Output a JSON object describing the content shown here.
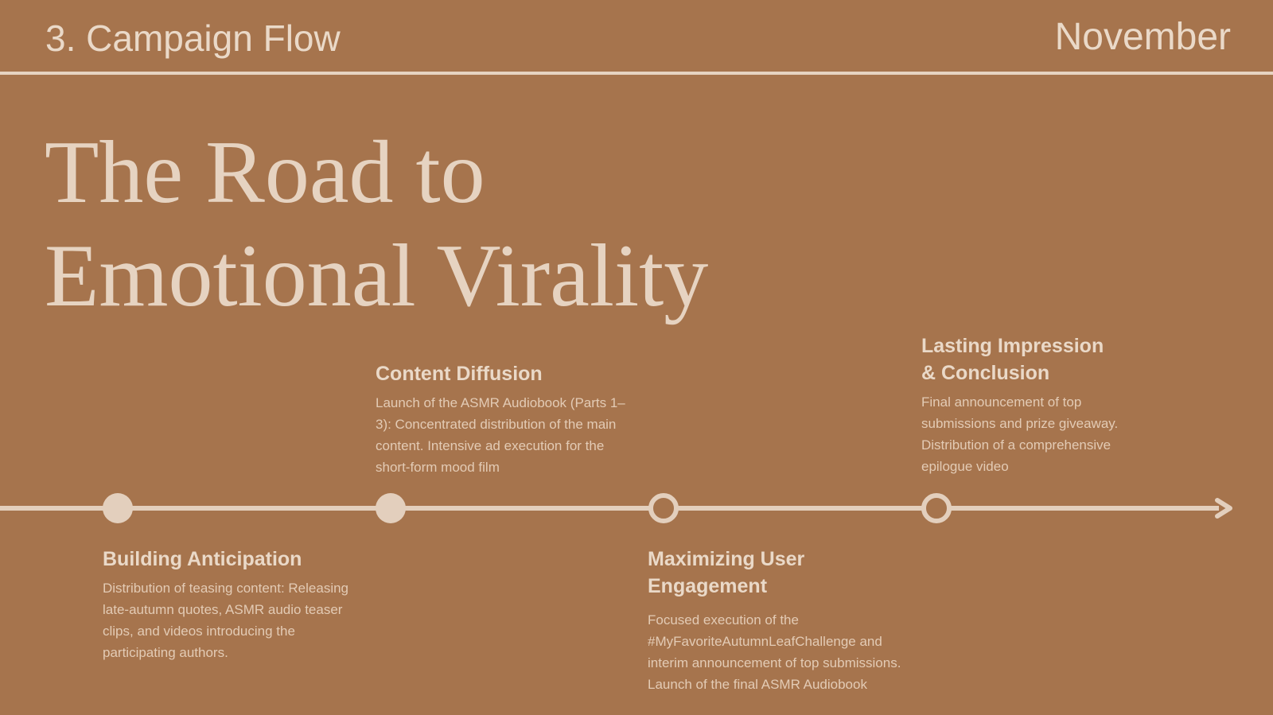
{
  "header": {
    "section_label": "3. Campaign Flow",
    "month": "November"
  },
  "title": {
    "line1": "The Road to",
    "line2": "Emotional Virality"
  },
  "timeline": {
    "milestones": [
      {
        "title": "Building Anticipation",
        "title_line2": "",
        "description": "Distribution of teasing content: Releasing late-autumn quotes, ASMR audio teaser clips, and videos introducing the participating authors."
      },
      {
        "title": "Content Diffusion",
        "title_line2": "",
        "description": "Launch of the ASMR Audiobook (Parts 1–3): Concentrated distribution of the main content. Intensive ad execution for the short-form mood film"
      },
      {
        "title": "Maximizing User",
        "title_line2": "Engagement",
        "description": "Focused execution of the #MyFavoriteAutumnLeafChallenge and interim announcement of top submissions. Launch of the final ASMR Audiobook"
      },
      {
        "title": "Lasting Impression",
        "title_line2": "& Conclusion",
        "description": "Final announcement of top submissions and prize giveaway. Distribution of a comprehensive epilogue video"
      }
    ]
  },
  "colors": {
    "background": "#a6744d",
    "foreground": "#e6d3c1"
  }
}
